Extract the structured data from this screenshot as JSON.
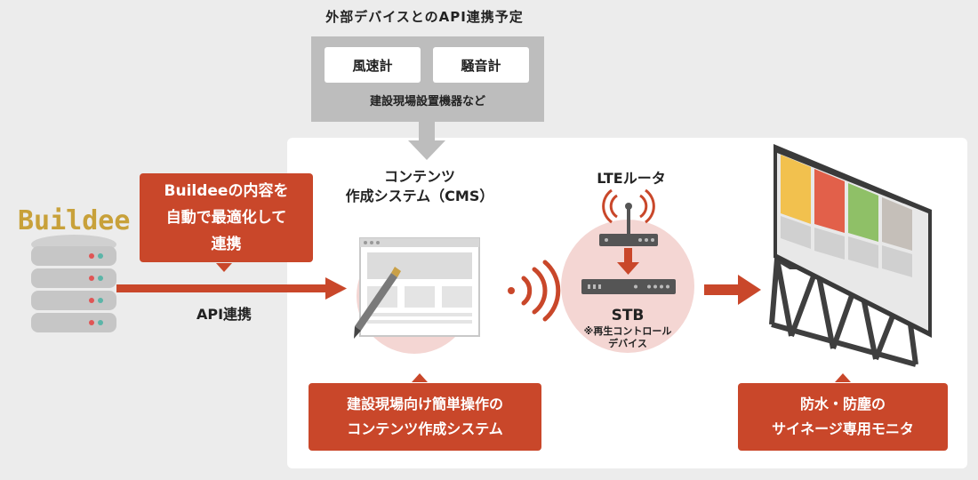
{
  "external": {
    "title": "外部デバイスとのAPI連携予定",
    "device1": "風速計",
    "device2": "騒音計",
    "subtitle": "建設現場設置機器など"
  },
  "buildee": {
    "logo_text": "Buildee",
    "callout": [
      "Buildeeの内容を",
      "自動で最適化して",
      "連携"
    ],
    "api_label": "API連携"
  },
  "cms": {
    "title": [
      "コンテンツ",
      "作成システム（CMS）"
    ],
    "callout": [
      "建設現場向け簡単操作の",
      "コンテンツ作成システム"
    ]
  },
  "router": {
    "title": "LTEルータ",
    "stb_label": "STB",
    "stb_note": [
      "※再生コントロール",
      "デバイス"
    ]
  },
  "monitor": {
    "callout": [
      "防水・防塵の",
      "サイネージ専用モニタ"
    ],
    "panel_colors": [
      "#f2c14e",
      "#e2604a",
      "#8fc067",
      "#c5bfb9"
    ]
  },
  "colors": {
    "accent": "#c9472a",
    "grey": "#bdbdbd",
    "circle": "#f4d6d3"
  }
}
